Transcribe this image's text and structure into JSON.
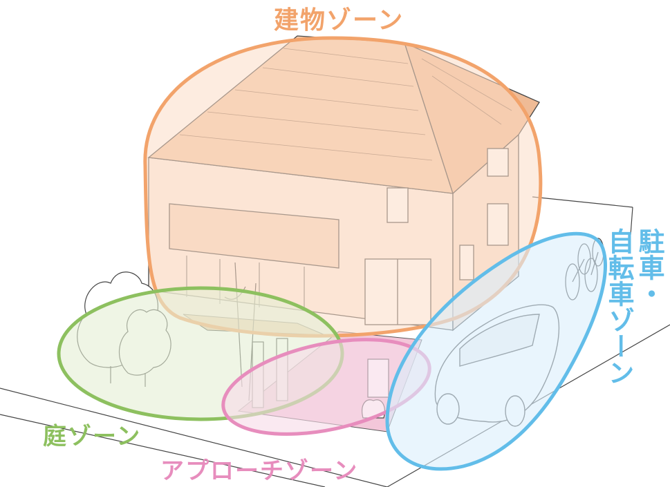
{
  "zones": {
    "building": {
      "label": "建物ゾーン",
      "color": "#f2a36b",
      "fill": "#fbdcc7"
    },
    "garden": {
      "label": "庭ゾーン",
      "color": "#8dc05f",
      "fill": "#e4efd4"
    },
    "approach": {
      "label": "アプローチゾーン",
      "color": "#e78dbd",
      "fill": "#f7dbe8"
    },
    "parking": {
      "label_line1": "駐車・",
      "label_line2": "自転車ゾーン",
      "color": "#62bde9",
      "fill": "#dbeffb"
    }
  },
  "icons": [
    "house-illustration",
    "tree-icon",
    "car-icon",
    "bicycle-icon",
    "plant-icon",
    "mailbox-icon"
  ]
}
